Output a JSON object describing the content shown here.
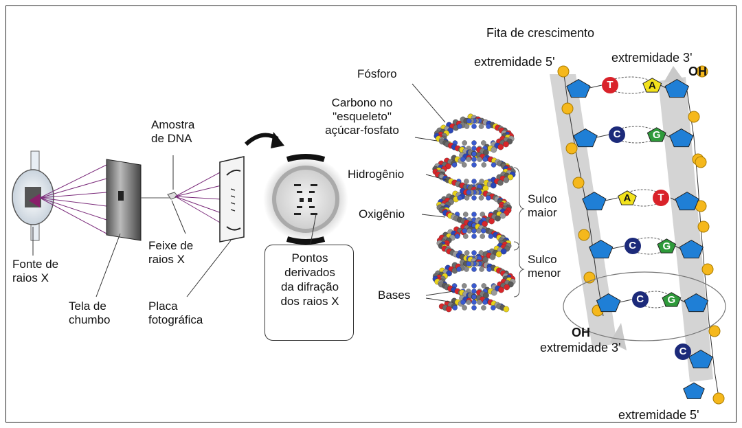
{
  "labels": {
    "fonte": "Fonte de\nraios X",
    "tela": "Tela de\nchumbo",
    "amostra": "Amostra\nde DNA",
    "feixe": "Feixe de\nraios X",
    "placa": "Placa\nfotográfica",
    "pontos": "Pontos\nderivados\nda difração\ndos raios X",
    "fosforo": "Fósforo",
    "carbono": "Carbono no\n\"esqueleto\"\naçúcar-fosfato",
    "hidrogenio": "Hidrogênio",
    "oxigenio": "Oxigênio",
    "bases": "Bases",
    "sulco_maior": "Sulco\nmaior",
    "sulco_menor": "Sulco\nmenor",
    "fita": "Fita de crescimento",
    "ext5_top": "extremidade 5'",
    "ext3_top": "extremidade 3'",
    "oh_top": "OH",
    "oh_bottom": "OH",
    "ext3_bottom": "extremidade 3'",
    "ext5_bottom": "extremidade 5'"
  },
  "base_pairs": [
    {
      "left": "T",
      "right": "A"
    },
    {
      "left": "C",
      "right": "G"
    },
    {
      "left": "A",
      "right": "T"
    },
    {
      "left": "C",
      "right": "G"
    },
    {
      "left": "C",
      "right": "G"
    }
  ],
  "unpaired_base": "C",
  "colors": {
    "T": "#d9222a",
    "A": "#f2e21c",
    "C": "#1c2a7a",
    "G": "#2e9a3a",
    "sugar": "#1f7fd6",
    "phosphate": "#f5b81c",
    "strand": "#c8c8c8"
  }
}
